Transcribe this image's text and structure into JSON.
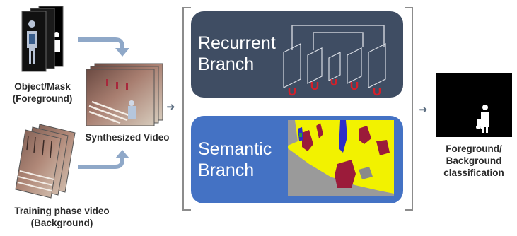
{
  "inputs": {
    "foreground_caption": "Object/Mask\n(Foreground)",
    "background_caption": "Training phase video\n(Background)",
    "synthesized_caption": "Synthesized Video"
  },
  "network": {
    "recurrent_label": "Recurrent\nBranch",
    "semantic_label": "Semantic\nBranch"
  },
  "output": {
    "caption": "Foreground/\nBackground\nclassification"
  },
  "colors": {
    "recurrent_box": "#3f4d63",
    "semantic_box": "#4472c4",
    "arrow": "#8fa8c8",
    "seg_yellow": "#f2f200",
    "seg_gray": "#9a9a9a",
    "seg_maroon": "#9b1b3a",
    "seg_blue": "#2d2dc8",
    "kernel_red": "#d4202a"
  }
}
